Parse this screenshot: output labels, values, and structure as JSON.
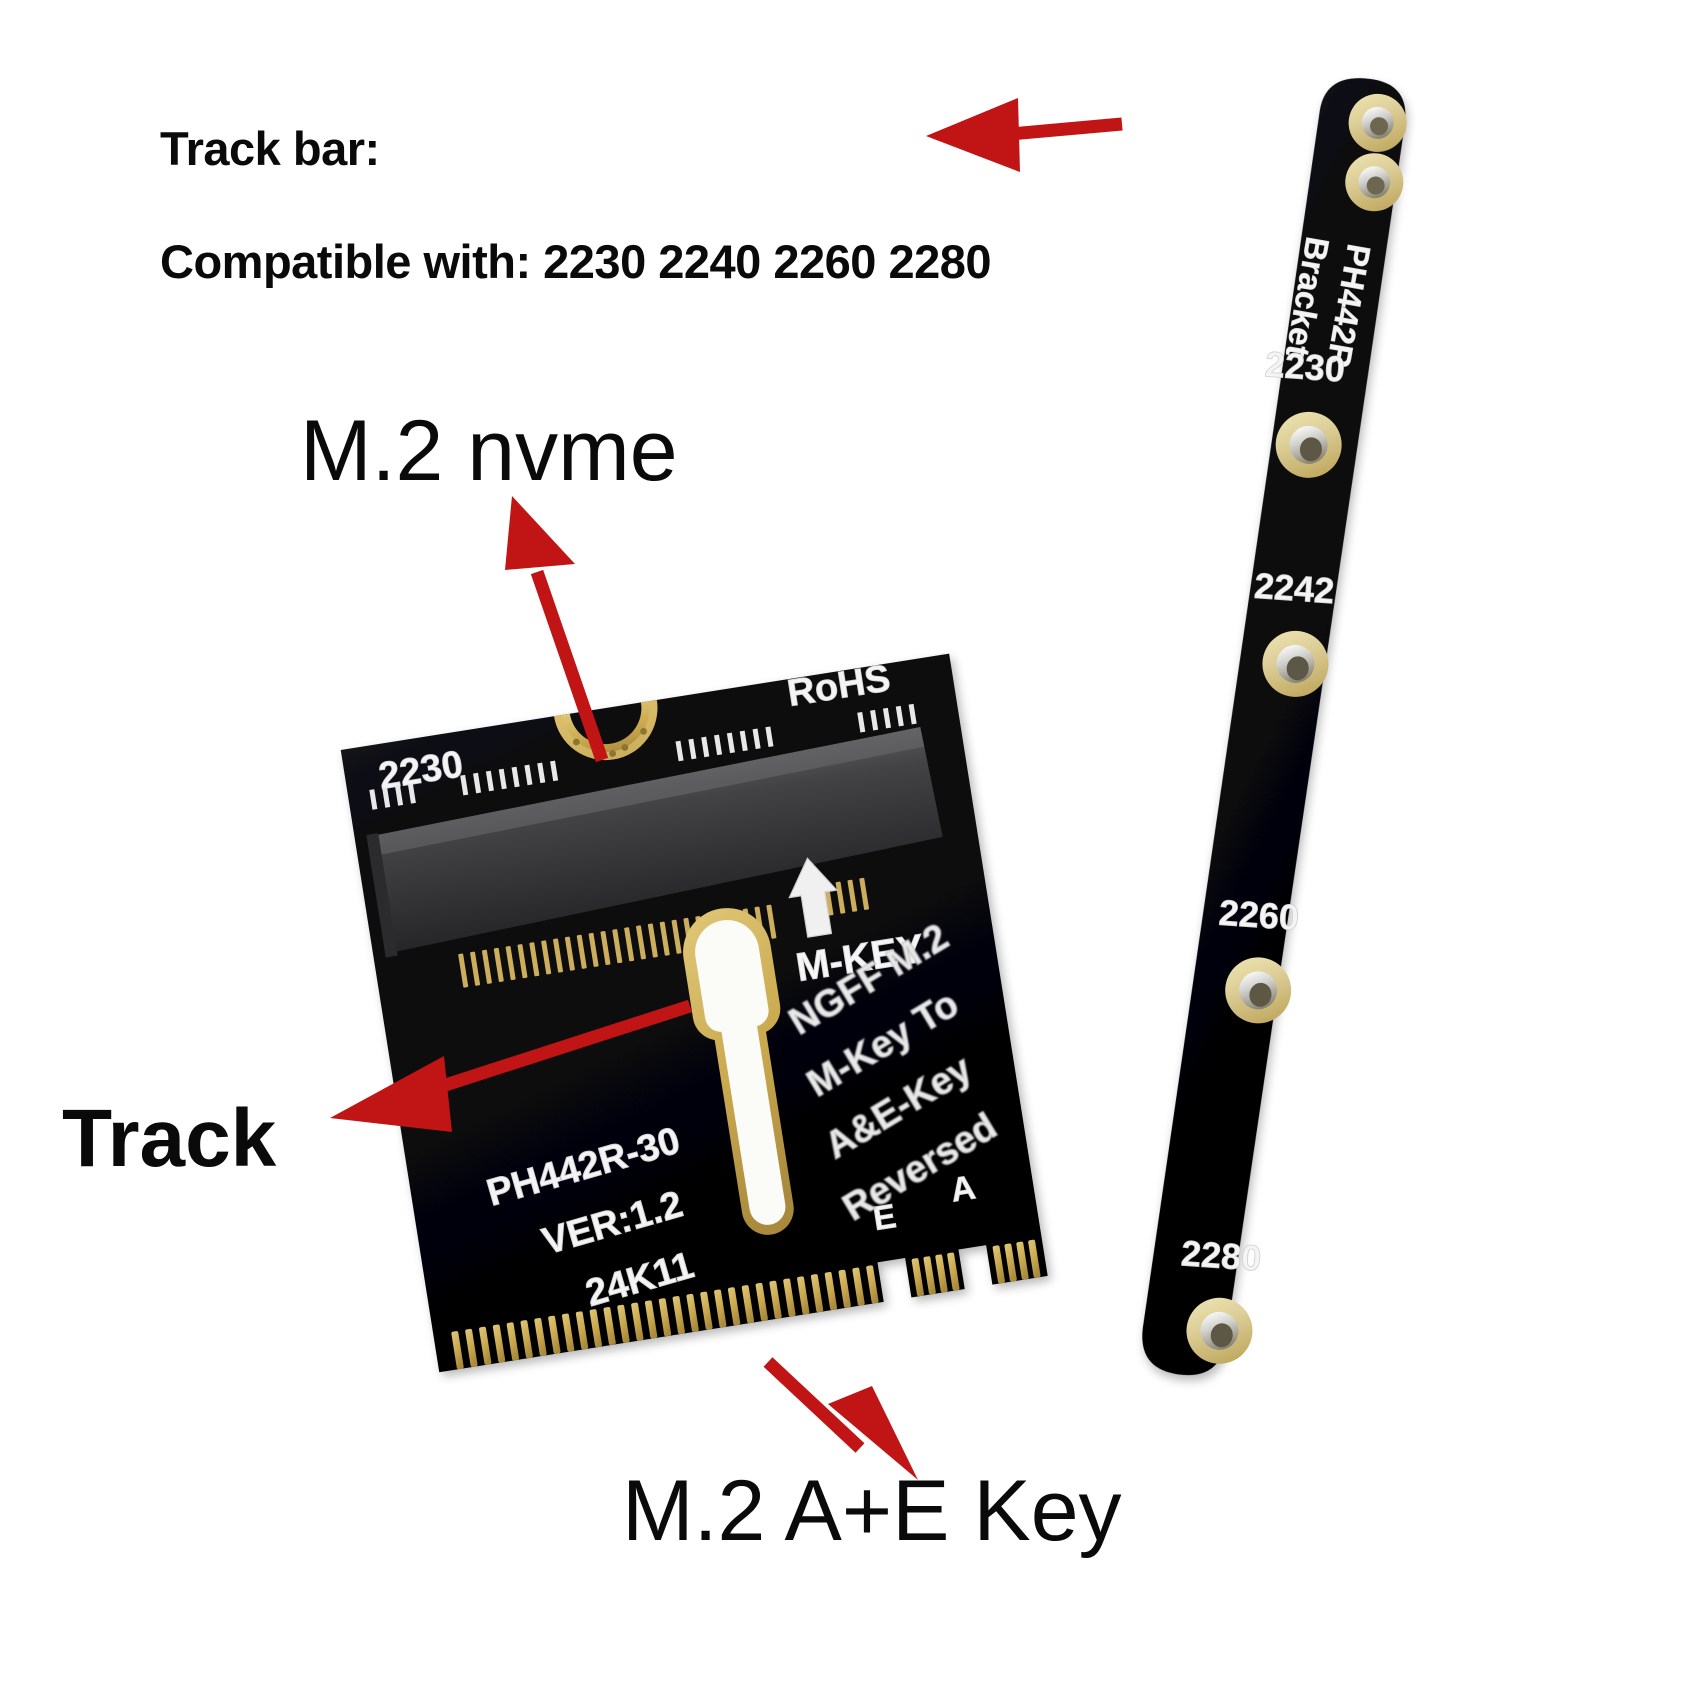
{
  "page": {
    "background_color": "#ffffff",
    "accent_arrow_color": "#c11414",
    "pcb_color": "#08080a",
    "gold_color": "#c9a котор"
  },
  "annotations": {
    "track_bar_heading": "Track bar:",
    "compatible_line": "Compatible with: 2230 2240 2260 2280",
    "nvme_label": "M.2 nvme",
    "track_label": "Track",
    "ae_key_label": "M.2 A+E Key"
  },
  "bracket": {
    "name_line_1": "PH442R",
    "name_line_2": "Bracket",
    "hole_labels": [
      "2230",
      "2242",
      "2260",
      "2280"
    ],
    "top_screw_count": 2
  },
  "adapter_card": {
    "top_left_label": "2230",
    "top_right_label": "RoHS",
    "socket_key_label": "M-KEY",
    "silkscreen_right": [
      "NGFF M.2",
      "M-Key To",
      "A&E-Key",
      "Reversed"
    ],
    "silkscreen_left": [
      "PH442R-30",
      "VER:1.2",
      "24K11"
    ],
    "edge_key_labels": [
      "E",
      "A"
    ]
  },
  "colors": {
    "arrow_red": "#c11414",
    "pcb_black": "#08080a",
    "gold": "#c8a445",
    "gold_light": "#e8d79a",
    "silk_white": "#f2f2f2",
    "socket_gray": "#4a4a4c",
    "text_black": "#0a0a0a"
  }
}
